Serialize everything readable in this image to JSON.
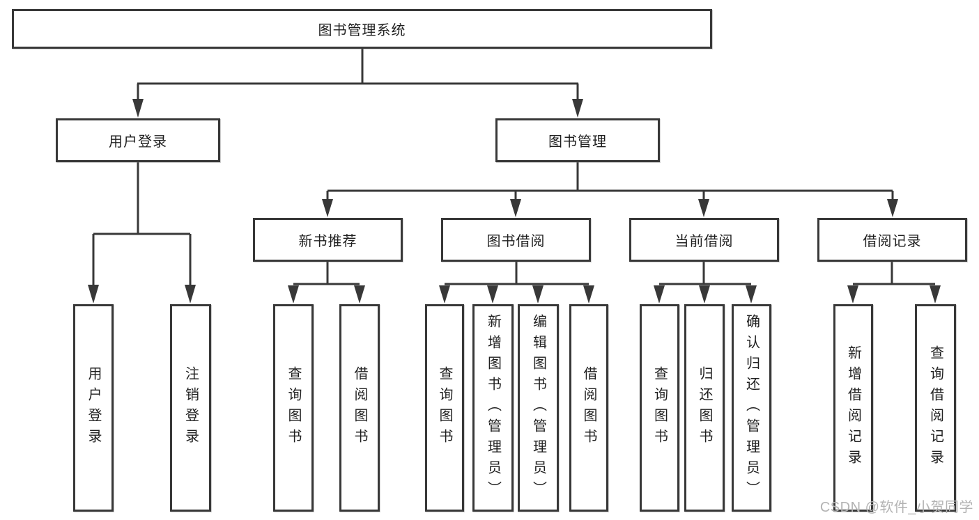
{
  "colors": {
    "background": "#ffffff",
    "box_border": "#383838",
    "line": "#383838",
    "text": "#1f1f1f",
    "watermark_text": "#b3b3b3"
  },
  "diagram": {
    "type": "hierarchy-tree",
    "root": {
      "label": "图书管理系统"
    },
    "level2": [
      {
        "label": "用户登录"
      },
      {
        "label": "图书管理"
      }
    ],
    "level3": [
      {
        "label": "新书推荐",
        "parent": "图书管理"
      },
      {
        "label": "图书借阅",
        "parent": "图书管理"
      },
      {
        "label": "当前借阅",
        "parent": "图书管理"
      },
      {
        "label": "借阅记录",
        "parent": "图书管理"
      }
    ],
    "leaves": [
      {
        "label": "用户登录",
        "parent": "用户登录"
      },
      {
        "label": "注销登录",
        "parent": "用户登录"
      },
      {
        "label": "查询图书",
        "parent": "新书推荐"
      },
      {
        "label": "借阅图书",
        "parent": "新书推荐"
      },
      {
        "label": "查询图书",
        "parent": "图书借阅"
      },
      {
        "label": "新增图书（管理员）",
        "parent": "图书借阅"
      },
      {
        "label": "编辑图书（管理员）",
        "parent": "图书借阅"
      },
      {
        "label": "借阅图书",
        "parent": "图书借阅"
      },
      {
        "label": "查询图书",
        "parent": "当前借阅"
      },
      {
        "label": "归还图书",
        "parent": "当前借阅"
      },
      {
        "label": "确认归还（管理员）",
        "parent": "当前借阅"
      },
      {
        "label": "新增借阅记录",
        "parent": "借阅记录"
      },
      {
        "label": "查询借阅记录",
        "parent": "借阅记录"
      }
    ]
  },
  "watermark": {
    "text": "CSDN @软件_小贺同学"
  }
}
